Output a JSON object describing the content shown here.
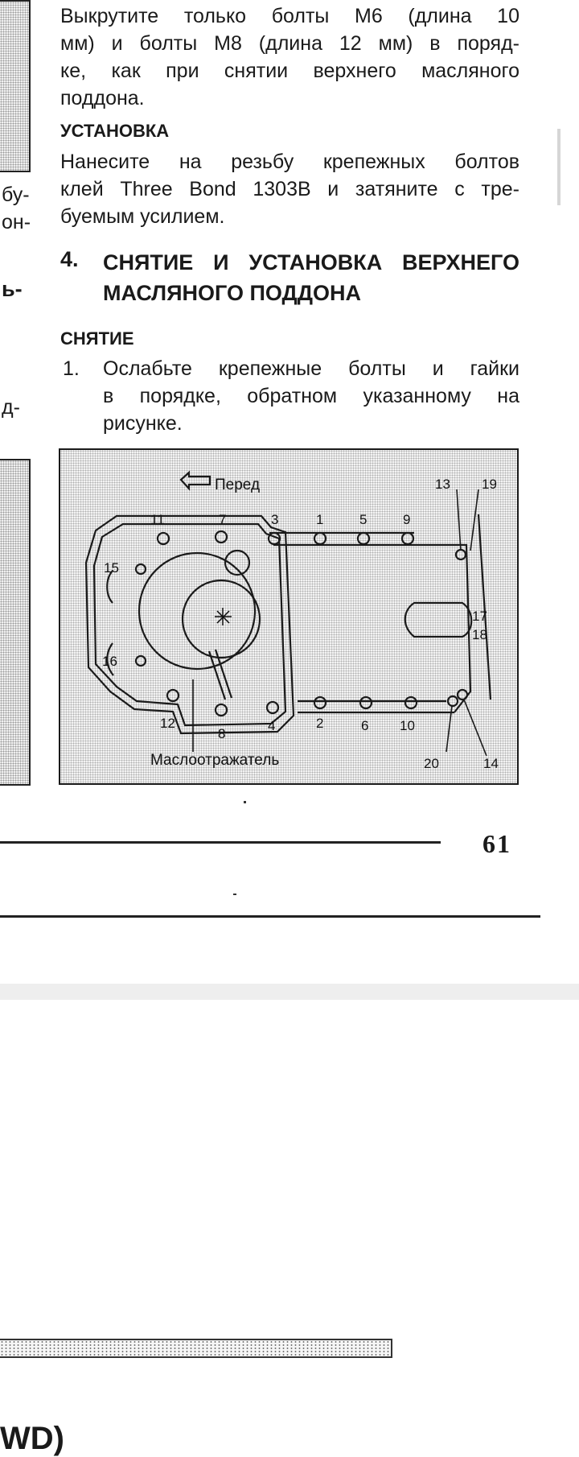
{
  "intro": {
    "lines": [
      "Выкрутите только болты М6 (длина 10",
      "мм) и болты М8 (длина 12 мм) в поряд-",
      "ке, как при снятии верхнего масляного",
      "поддона."
    ]
  },
  "install": {
    "heading": "УСТАНОВКА",
    "lines": [
      "Нанесите на резьбу крепежных болтов",
      "клей Three Bond 1303B и затяните с тре-",
      "буемым усилием."
    ]
  },
  "section4": {
    "number": "4.",
    "title_line1": "СНЯТИЕ И УСТАНОВКА ВЕРХНЕГО",
    "title_line2": "МАСЛЯНОГО ПОДДОНА"
  },
  "removal": {
    "heading": "СНЯТИЕ",
    "step1_number": "1.",
    "step1_lines": [
      "Ослабьте крепежные болты и гайки",
      "в порядке, обратном указанному на",
      "рисунке."
    ]
  },
  "figure": {
    "front_label": "Перед",
    "baffle_label": "Маслоотражатель",
    "numbers": [
      "1",
      "2",
      "3",
      "4",
      "5",
      "6",
      "7",
      "8",
      "9",
      "10",
      "11",
      "12",
      "13",
      "14",
      "15",
      "16",
      "17",
      "18",
      "19",
      "20"
    ]
  },
  "left_fragments": {
    "a": "бу-",
    "b": "он-",
    "c": "ь-",
    "d": "д-"
  },
  "page_number": "61",
  "bottom_fragment": "WD)"
}
